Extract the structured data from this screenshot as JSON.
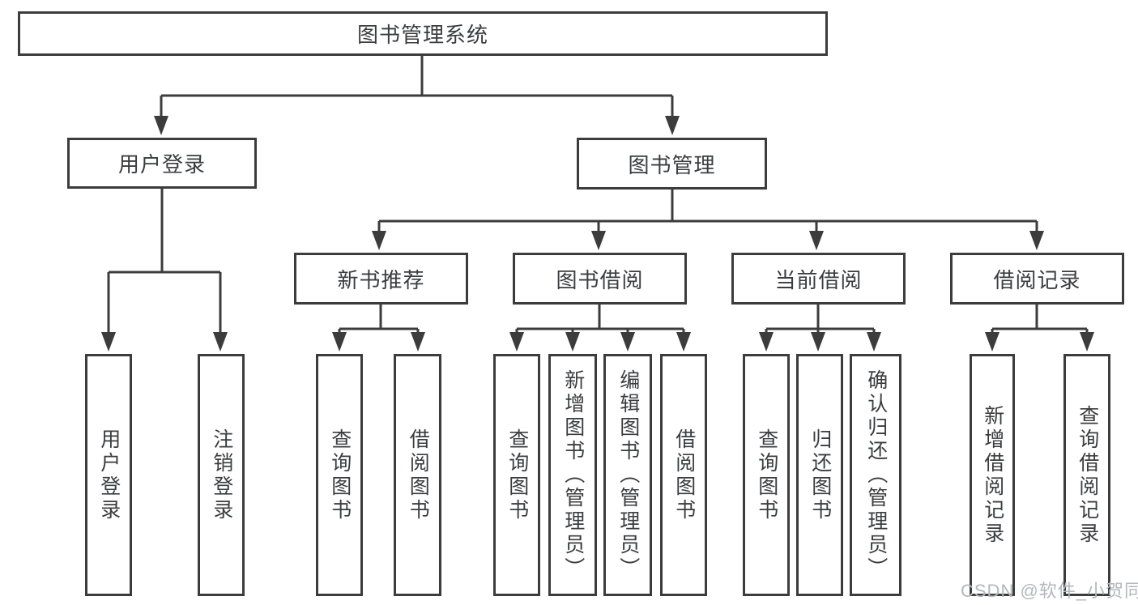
{
  "nodes": {
    "root": "图书管理系统",
    "level2": {
      "user_login": "用户登录",
      "book_mgmt": "图书管理"
    },
    "level3": {
      "new_books": "新书推荐",
      "borrowing": "图书借阅",
      "current": "当前借阅",
      "records": "借阅记录"
    },
    "leaves": {
      "user_login": [
        "用户登录",
        "注销登录"
      ],
      "new_books": [
        "查询图书",
        "借阅图书"
      ],
      "borrowing": [
        "查询图书",
        "新增图书（管理员）",
        "编辑图书（管理员）",
        "借阅图书"
      ],
      "current": [
        "查询图书",
        "归还图书",
        "确认归还（管理员）"
      ],
      "records": [
        "新增借阅记录",
        "查询借阅记录"
      ]
    }
  },
  "watermark": "CSDN @软件_小贺同学",
  "colors": {
    "line": "#3c3c3c",
    "text": "#3a3d40",
    "background": "#ffffff",
    "watermark": "#b3b8bd"
  }
}
